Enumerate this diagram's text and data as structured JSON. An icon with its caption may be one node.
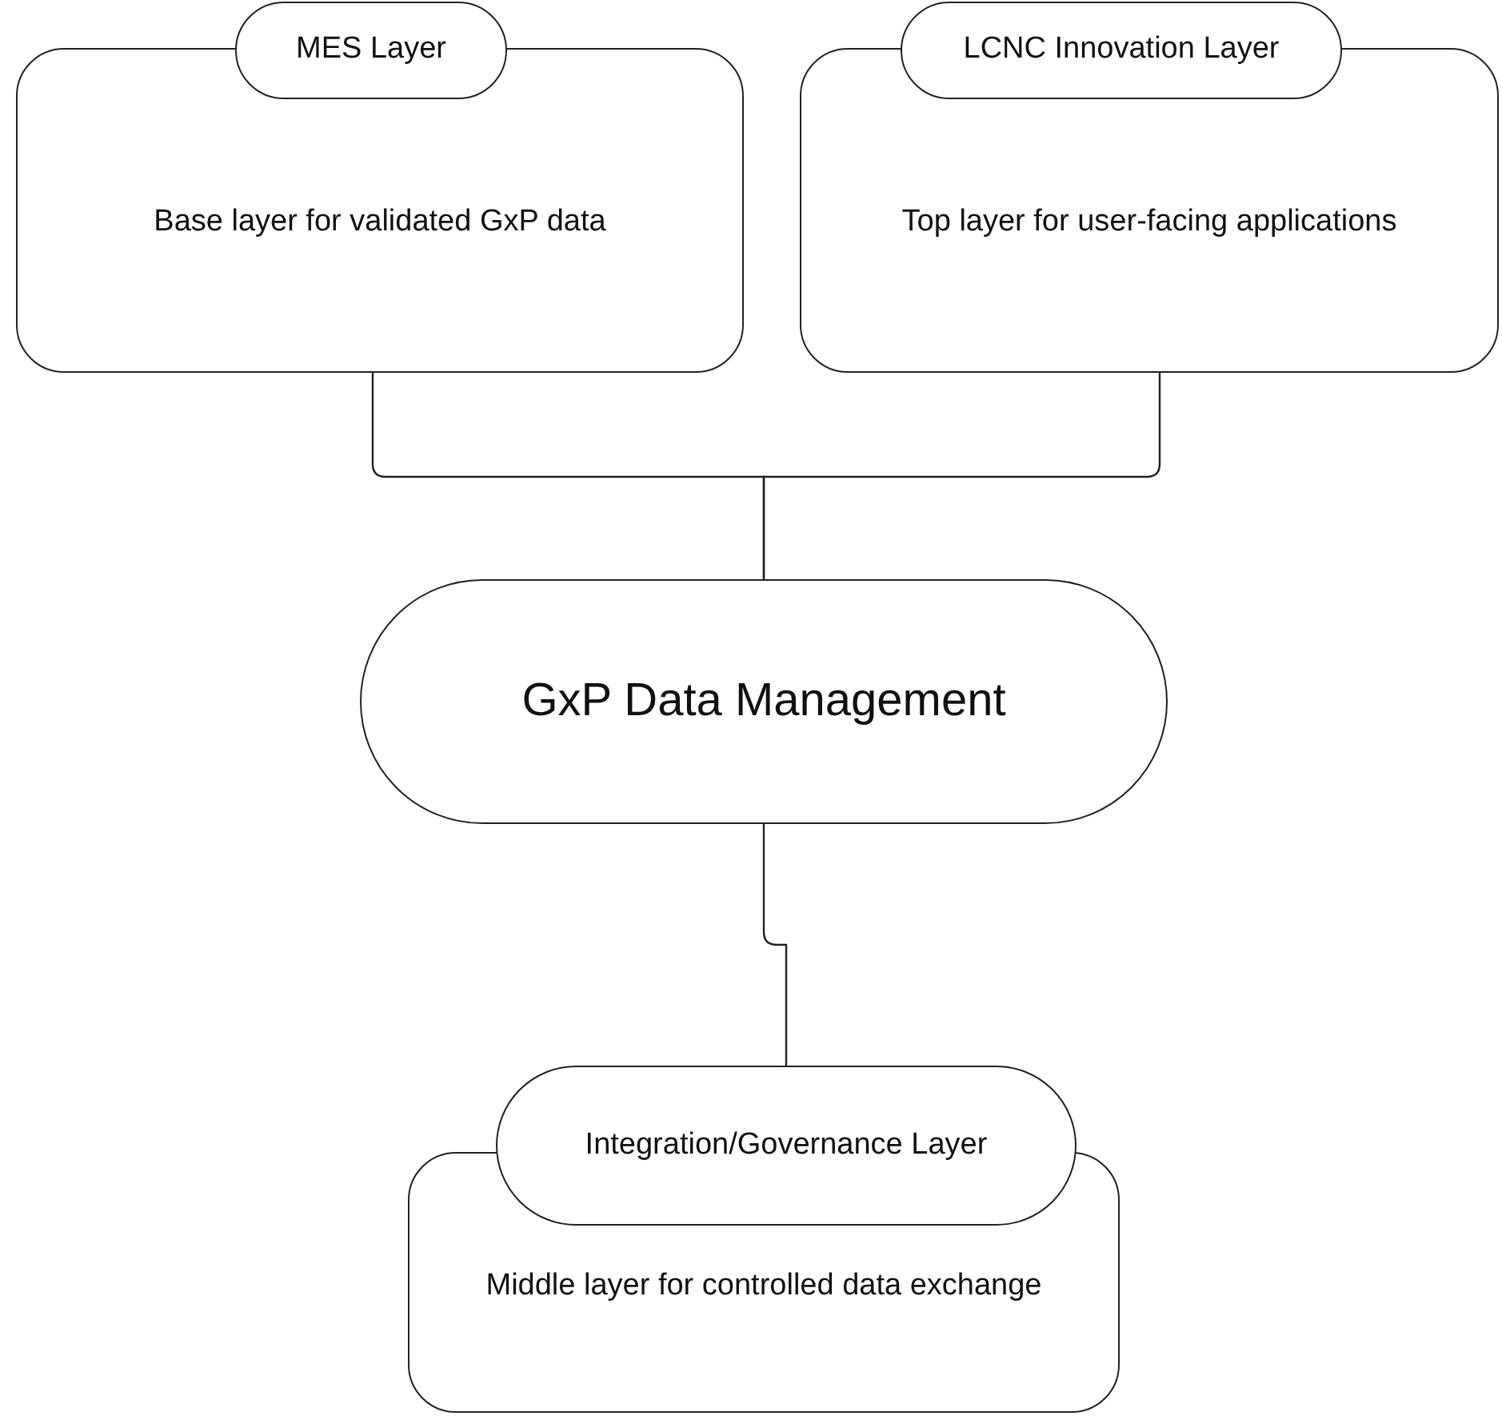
{
  "diagram": {
    "nodes": [
      {
        "text": [
          "MES Layer",
          "Base layer for validated GxP data"
        ]
      },
      {
        "text": [
          "LCNC Innovation Layer",
          "Top layer for user-facing applications"
        ]
      },
      {
        "text": [
          "GxP Data Management"
        ]
      },
      {
        "text": [
          "Integration/Governance Layer",
          "Middle layer for controlled data exchange"
        ]
      }
    ],
    "edges": [
      {
        "from": 0,
        "to": 2,
        "arrow": "none"
      },
      {
        "from": 1,
        "to": 2,
        "arrow": "none"
      },
      {
        "from": 2,
        "to": 3,
        "arrow": "none"
      }
    ]
  }
}
